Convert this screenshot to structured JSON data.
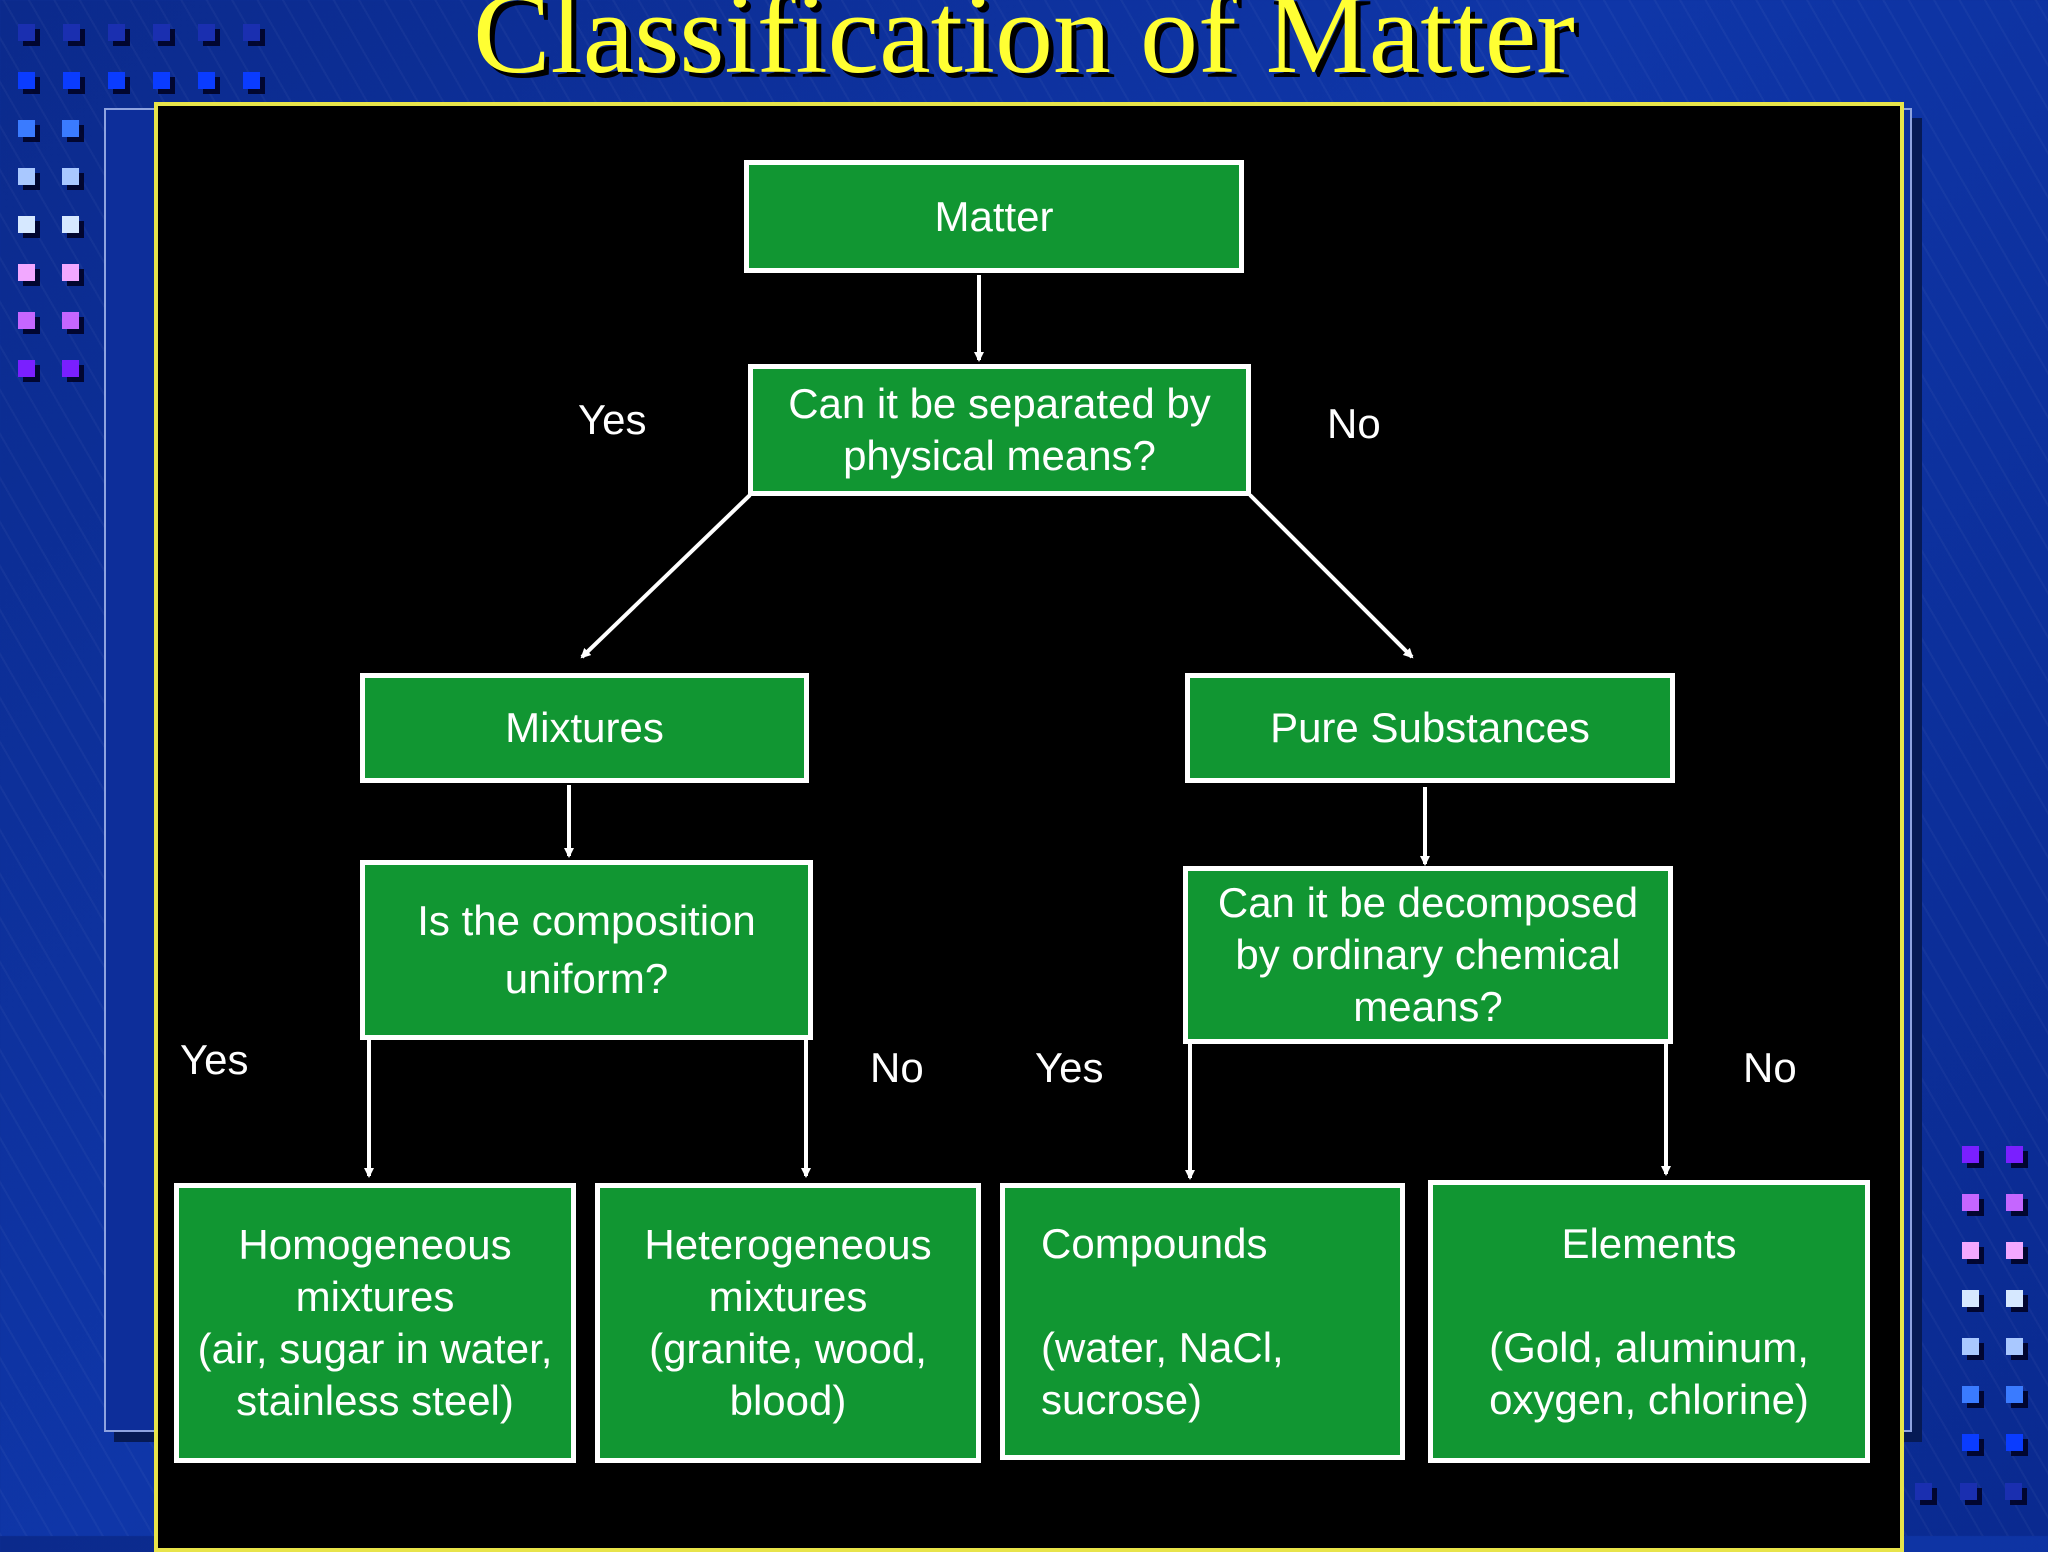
{
  "title": "Classification of Matter",
  "colors": {
    "background": "#0f36a8",
    "title": "#ffff33",
    "panel": "#000000",
    "panel_border": "#e8e44a",
    "node_fill": "#119632",
    "node_border": "#ffffff"
  },
  "nodes": {
    "matter": "Matter",
    "separated": "Can it be separated by\nphysical means?",
    "mixtures": "Mixtures",
    "pure": "Pure Substances",
    "uniform": "Is the composition\nuniform?",
    "decomposed": "Can it be decomposed\nby ordinary chemical\nmeans?",
    "homogeneous": "Homogeneous\nmixtures\n(air, sugar in water,\nstainless steel)",
    "heterogeneous": "Heterogeneous\nmixtures\n(granite, wood,\nblood)",
    "compounds": "Compounds\n\n(water, NaCl,\n        sucrose)",
    "elements": "Elements\n\n(Gold, aluminum,\noxygen, chlorine)"
  },
  "edge_labels": {
    "separated_yes": "Yes",
    "separated_no": "No",
    "uniform_yes": "Yes",
    "uniform_no": "No",
    "decomposed_yes": "Yes",
    "decomposed_no": "No"
  }
}
